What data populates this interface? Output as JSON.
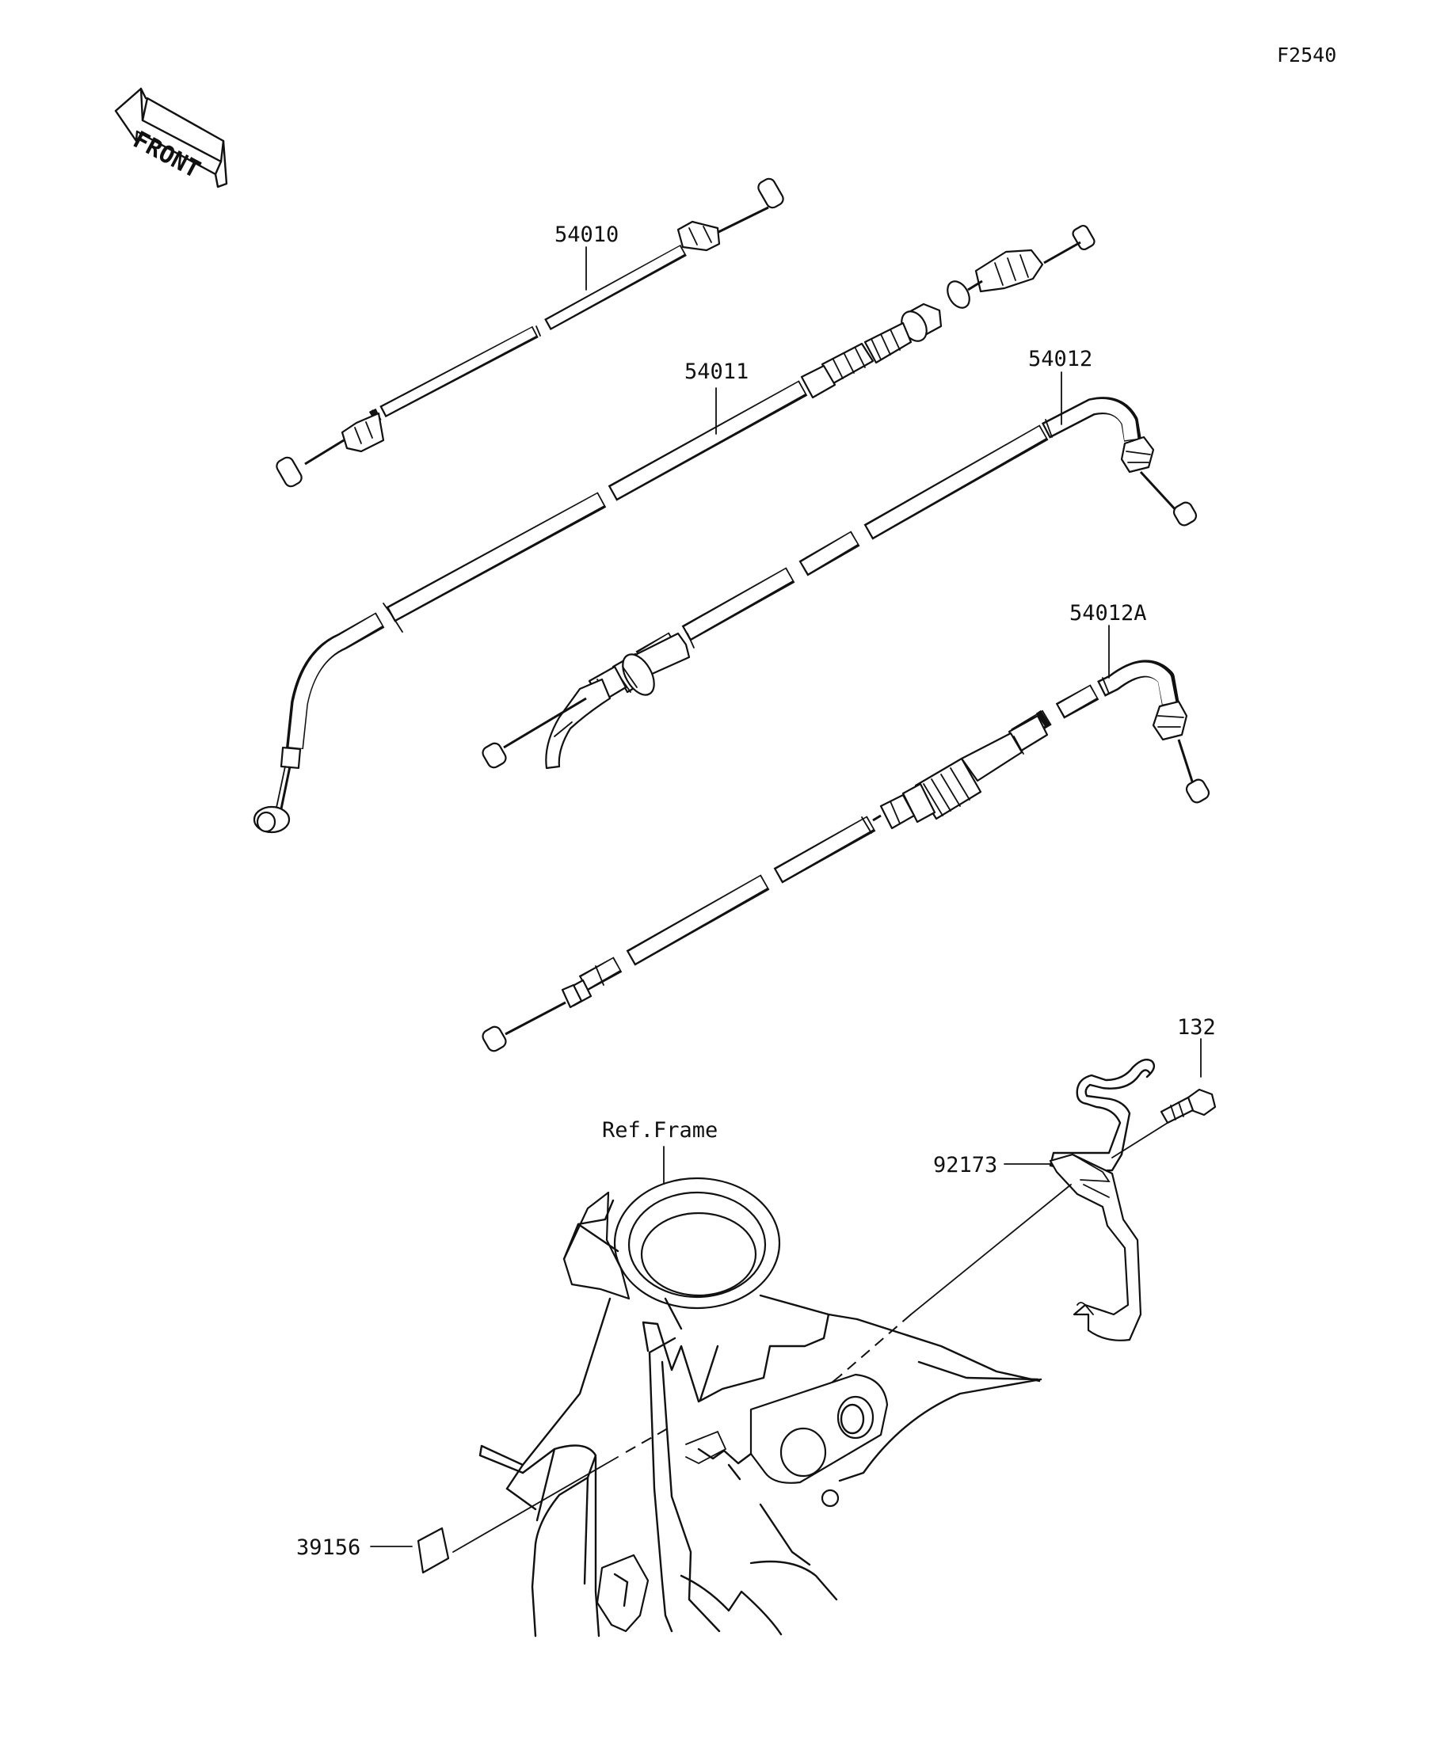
{
  "figure_code": "F2540",
  "front_arrow": {
    "label": "FRONT"
  },
  "callouts": [
    {
      "id": "54010",
      "text": "54010"
    },
    {
      "id": "54011",
      "text": "54011"
    },
    {
      "id": "54012",
      "text": "54012"
    },
    {
      "id": "54012A",
      "text": "54012A"
    },
    {
      "id": "132",
      "text": "132"
    },
    {
      "id": "ref-frame",
      "text": "Ref.Frame"
    },
    {
      "id": "92173",
      "text": "92173"
    },
    {
      "id": "39156",
      "text": "39156"
    }
  ]
}
